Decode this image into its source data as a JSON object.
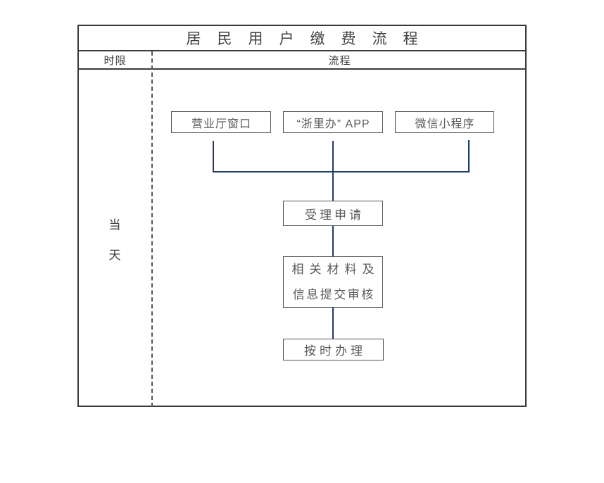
{
  "colors": {
    "connector": "#1f3c64",
    "table_border": "#3a3a3a",
    "box_border": "#555555",
    "text_primary": "#404040",
    "text_secondary": "#595959",
    "page_bg": "#ffffff"
  },
  "flowchart": {
    "title": "居民用户缴费流程",
    "headers": {
      "time": "时限",
      "process": "流程"
    },
    "time_limit": {
      "chars": [
        "当",
        "天"
      ],
      "text": "当天"
    },
    "channels": [
      {
        "label": "营业厅窗口"
      },
      {
        "label": "“浙里办” APP"
      },
      {
        "label": "微信小程序"
      }
    ],
    "steps": {
      "accept": {
        "label": "受理申请"
      },
      "review": {
        "line1": "相关材料及",
        "line2": "信息提交审核"
      },
      "complete": {
        "label": "按时办理"
      }
    }
  }
}
